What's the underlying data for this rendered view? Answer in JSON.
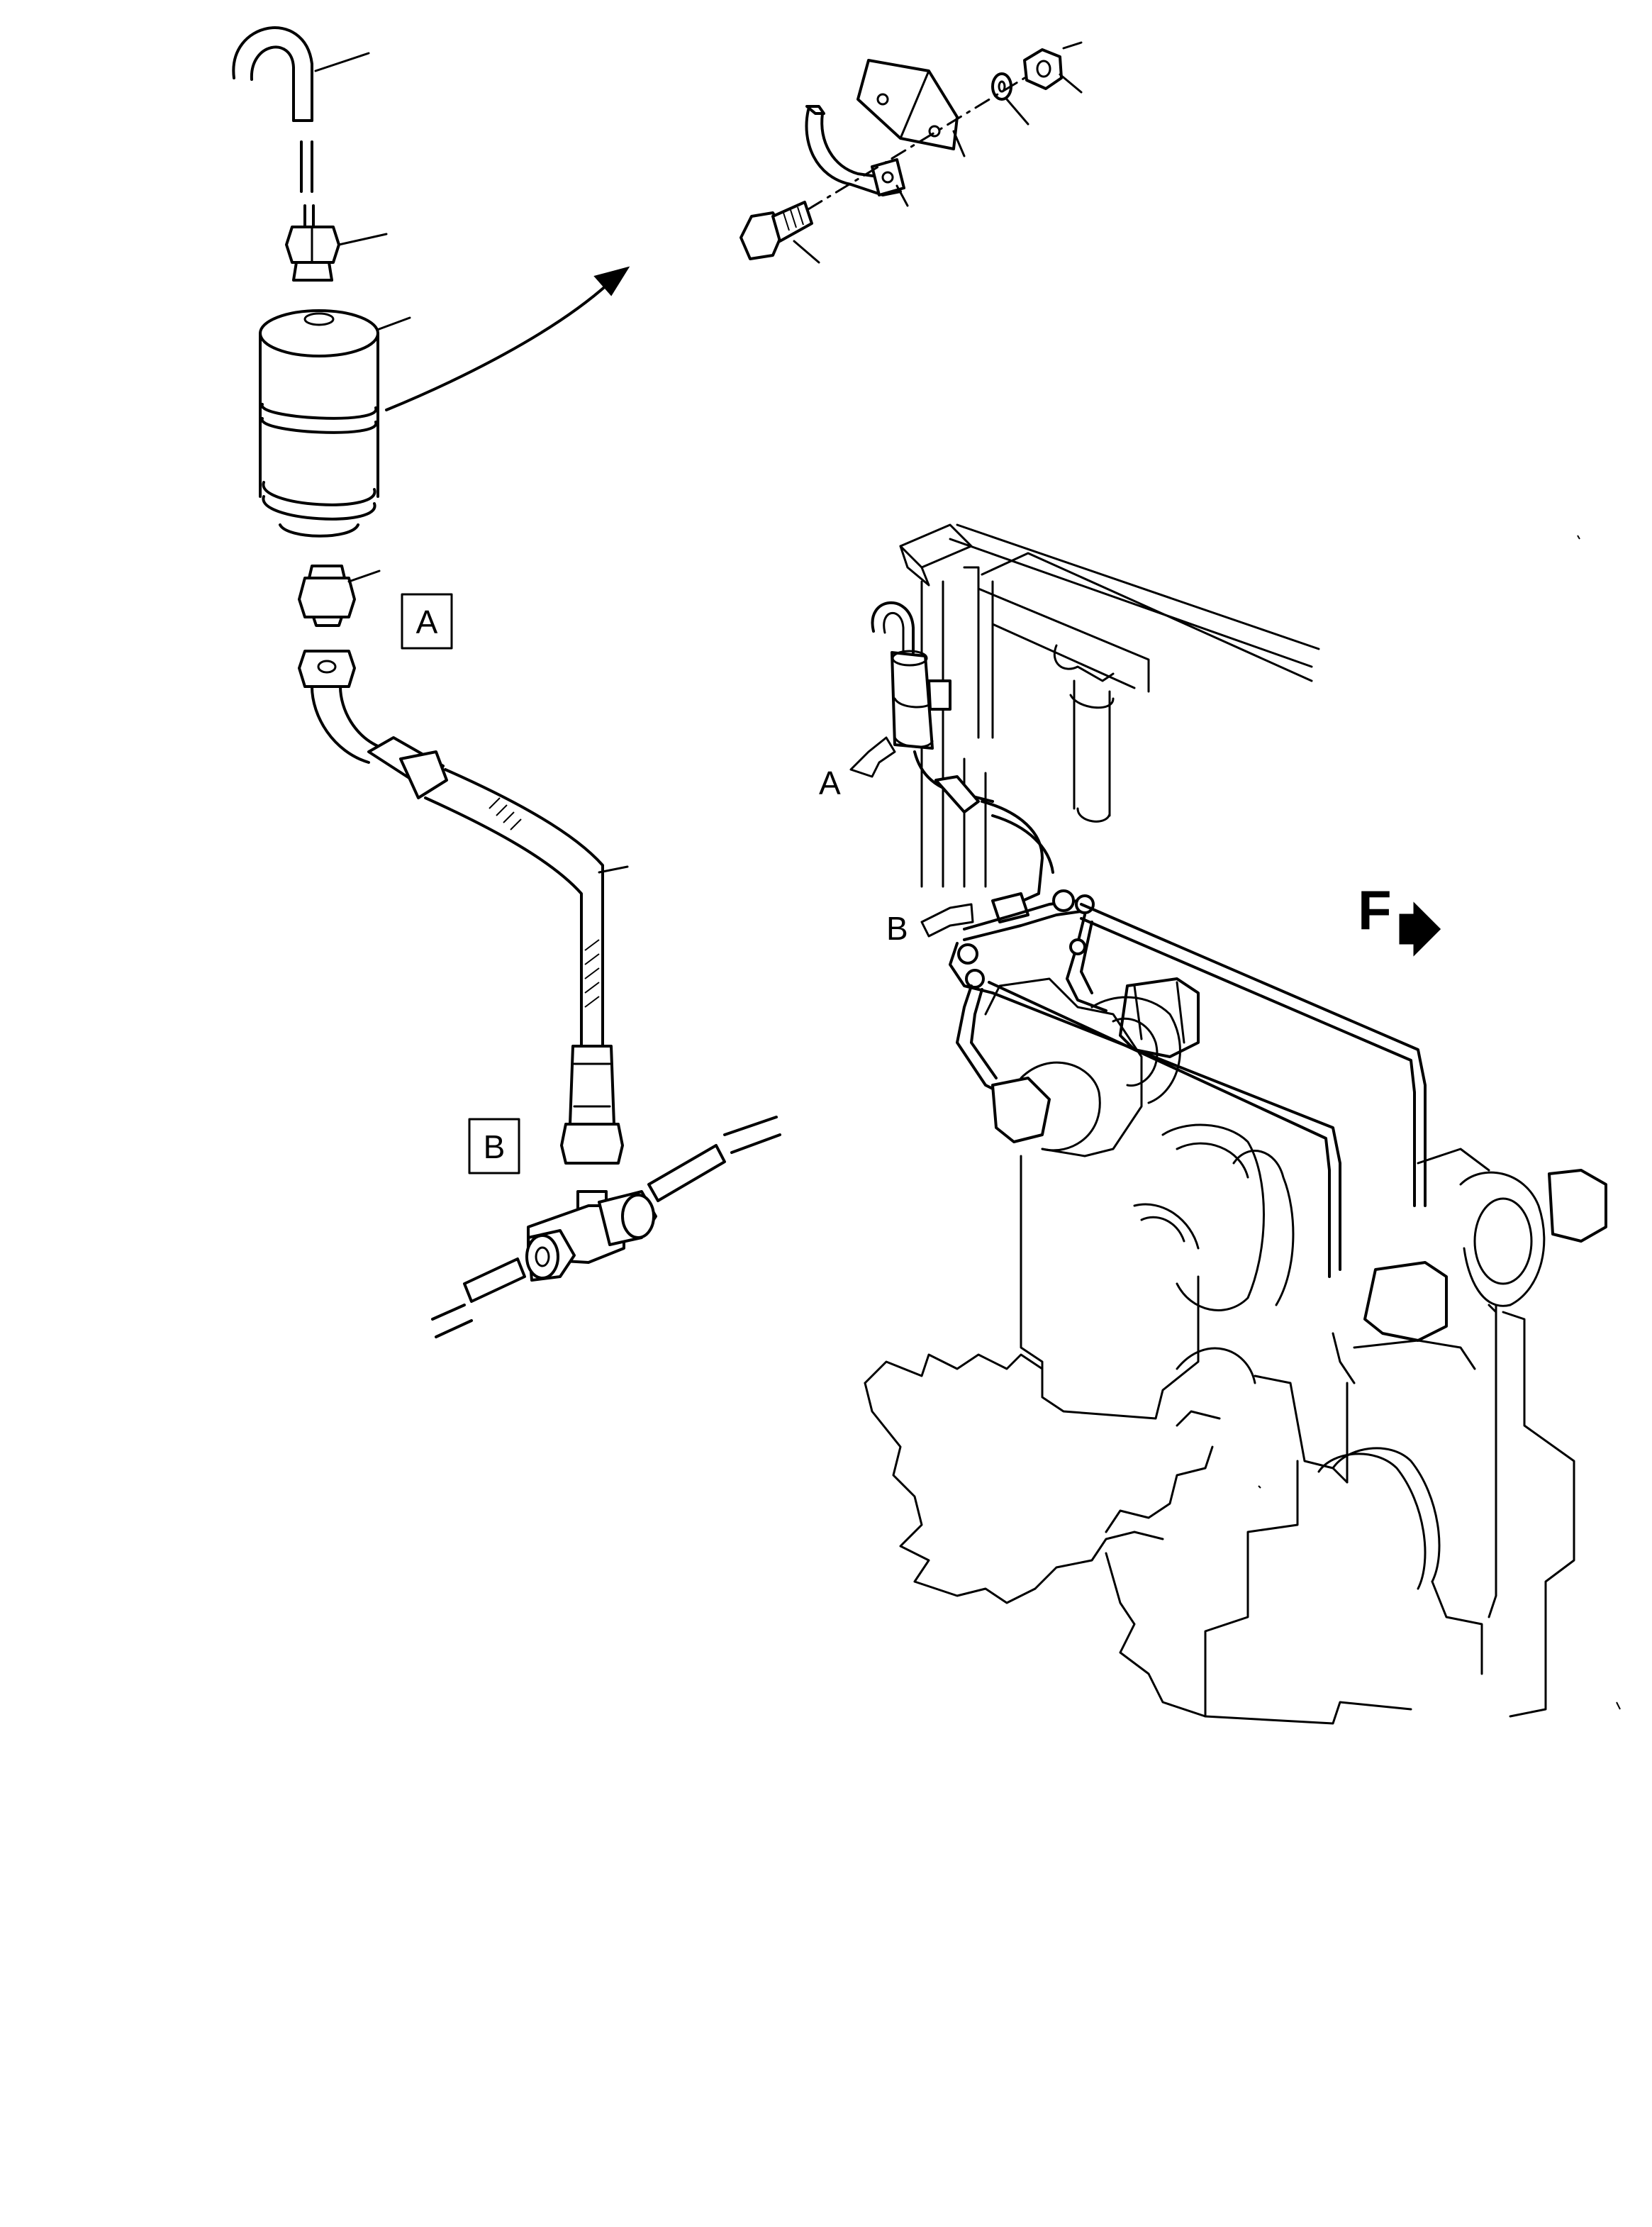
{
  "labels": {
    "detail_a": "A",
    "detail_b": "B",
    "pointer_a": "A",
    "pointer_b": "B",
    "front_direction": "F"
  },
  "colors": {
    "line": "#000000",
    "background": "#ffffff"
  },
  "icons": {
    "front_arrow": "arrow-right-icon",
    "callout_arrow": "curved-arrow-icon"
  }
}
